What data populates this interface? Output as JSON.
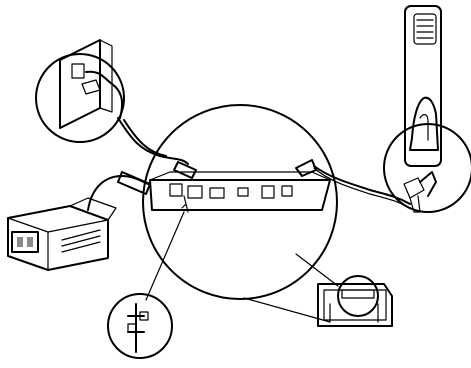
{
  "diagram": {
    "components": [
      {
        "id": "wall-jack-detail",
        "icon": "wall-phone-jack-icon"
      },
      {
        "id": "power-adapter",
        "icon": "power-adapter-icon"
      },
      {
        "id": "base-station-back-panel",
        "icon": "base-unit-rear-icon"
      },
      {
        "id": "ethernet-port-symbol",
        "icon": "network-icon"
      },
      {
        "id": "handset-charger",
        "icon": "charger-cradle-icon"
      },
      {
        "id": "wall-mount-bracket-detail",
        "icon": "mounting-bracket-icon"
      }
    ],
    "colors": {
      "stroke": "#000000",
      "shade": "#cfcfcf",
      "cable": "#6a6a6a"
    }
  }
}
